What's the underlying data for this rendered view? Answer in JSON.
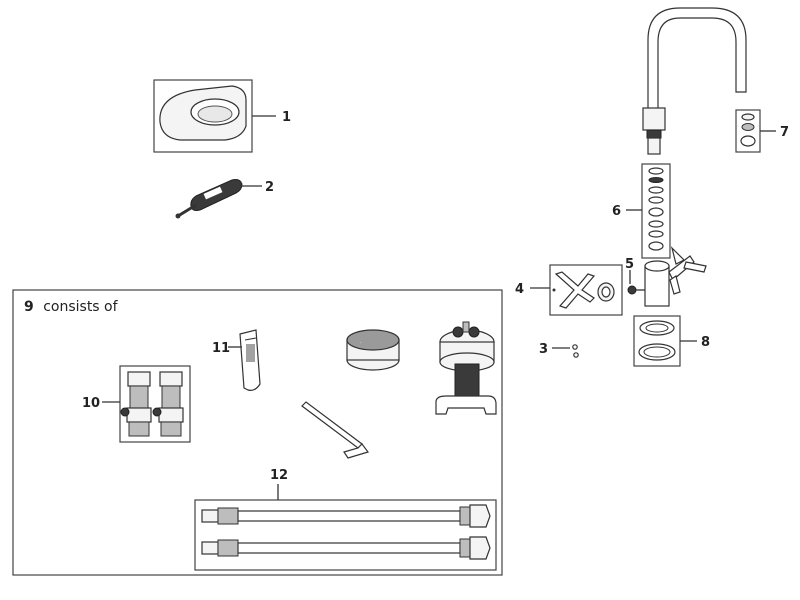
{
  "callouts": {
    "c1": "1",
    "c2": "2",
    "c3": "3",
    "c4": "4",
    "c5": "5",
    "c6": "6",
    "c7": "7",
    "c8": "8",
    "c9": "9",
    "c10": "10",
    "c11": "11",
    "c12": "12"
  },
  "kit_box": {
    "number": "9",
    "label": "consists of"
  },
  "colors": {
    "line": "#333333",
    "dark_part": "#3a3a3a",
    "mid_part": "#bdbdbd"
  }
}
